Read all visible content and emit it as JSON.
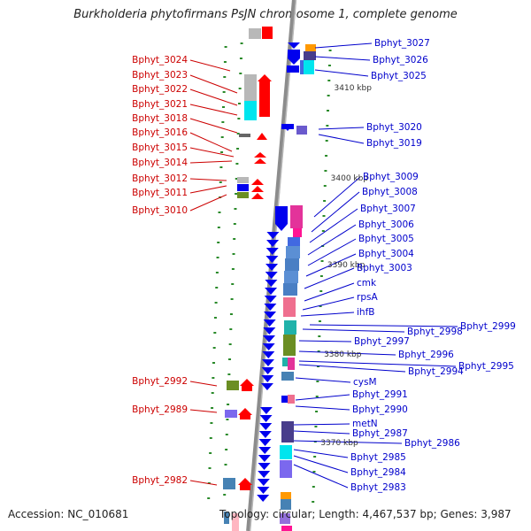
{
  "title": "Burkholderia phytofirmans PsJN chromosome 1, complete genome",
  "footer": {
    "accession": "Accession: NC_010681",
    "topology": "Topology: circular; Length: 4,467,537 bp; Genes: 3,987"
  },
  "colors": {
    "backbone": "#8c8c8c",
    "left_label": "#cc0000",
    "right_label": "#0000cc",
    "tick": "#2a8a2a"
  },
  "scale_labels": [
    {
      "text": "3410 kbp"
    },
    {
      "text": "3400 kbp"
    },
    {
      "text": "3390 kbp"
    },
    {
      "text": "3380 kbp"
    },
    {
      "text": "3370 kbp"
    }
  ],
  "left_genes": [
    "Bphyt_3024",
    "Bphyt_3023",
    "Bphyt_3022",
    "Bphyt_3021",
    "Bphyt_3018",
    "Bphyt_3016",
    "Bphyt_3015",
    "Bphyt_3014",
    "Bphyt_3012",
    "Bphyt_3011",
    "Bphyt_3010",
    "Bphyt_2992",
    "Bphyt_2989",
    "Bphyt_2982"
  ],
  "right_genes": [
    "Bphyt_3027",
    "Bphyt_3026",
    "Bphyt_3025",
    "Bphyt_3020",
    "Bphyt_3019",
    "Bphyt_3009",
    "Bphyt_3008",
    "Bphyt_3007",
    "Bphyt_3006",
    "Bphyt_3005",
    "Bphyt_3004",
    "Bphyt_3003",
    "cmk",
    "rpsA",
    "ihfB",
    "Bphyt_2999",
    "Bphyt_2998",
    "Bphyt_2997",
    "Bphyt_2996",
    "Bphyt_2995",
    "Bphyt_2994",
    "cysM",
    "Bphyt_2991",
    "Bphyt_2990",
    "metN",
    "Bphyt_2987",
    "Bphyt_2986",
    "Bphyt_2985",
    "Bphyt_2984",
    "Bphyt_2983"
  ]
}
